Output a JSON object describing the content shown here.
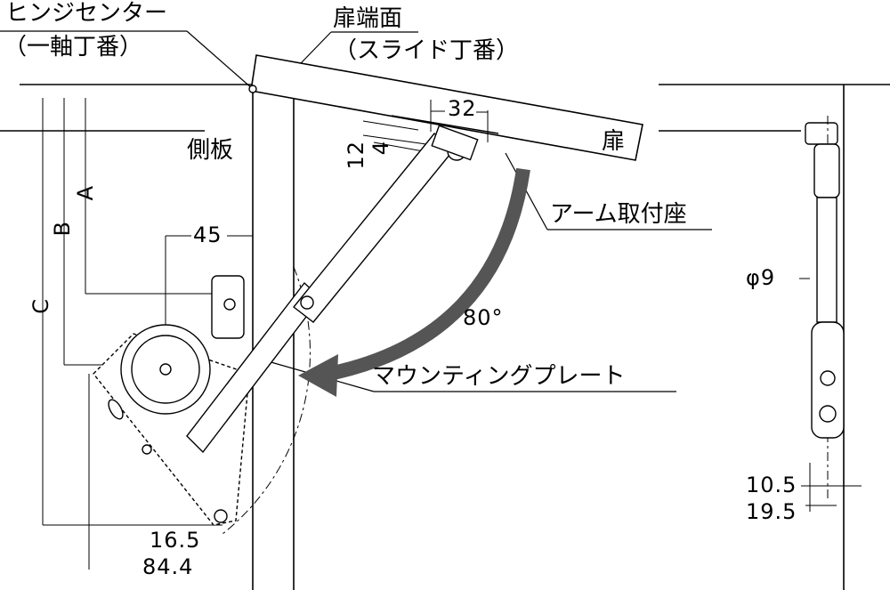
{
  "labels": {
    "hinge_center": "ヒンジセンター",
    "hinge_center_sub": "（一軸丁番）",
    "door_face": "扉端面",
    "door_face_sub": "（スライド丁番）",
    "side_panel": "側板",
    "door": "扉",
    "arm_mount": "アーム取付座",
    "mounting_plate": "マウンティングプレート"
  },
  "dimensions": {
    "d32": "32",
    "d12": "12",
    "d4": "4",
    "d45": "45",
    "angle": "80°",
    "phi9": "φ9",
    "d16_5": "16.5",
    "d84_4": "84.4",
    "d10_5": "10.5",
    "d19_5": "19.5",
    "A": "A",
    "B": "B",
    "C": "C"
  },
  "colors": {
    "line": "#000000",
    "arrow": "#555555",
    "part_fill": "#ffffff"
  }
}
